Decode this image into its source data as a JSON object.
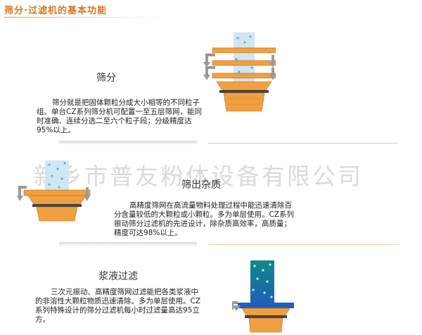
{
  "page": {
    "title": "筛分·过滤机的基本功能",
    "watermark": "新乡市普友粉体设备有限公司"
  },
  "sections": [
    {
      "heading": "筛分",
      "lines": [
        "筛分就是把固体颗粒分成大小相等的不同粒子",
        "组。单台CZ系列筛分机可配置一至五层筛网，能同",
        "时准确、连续分选二至六个粒子段；分级精度达",
        "95%以上。"
      ]
    },
    {
      "heading": "筛出杂质",
      "lines": [
        "高精度筛网在高流量物料处理过程中能迅速清除百",
        "分含量较低的大颗粒或小颗粒。多为单层使用。CZ系列",
        "振动筛分过滤机的先进设计，除杂质高效率，高质量；",
        "精度可达98%以上。"
      ]
    },
    {
      "heading": "浆液过滤",
      "lines": [
        "三次元振动、高精度筛网过滤能把各类浆液中",
        "的非溶性大颗粒物质迅速清除。多为单层使用。CZ",
        "系列特殊设计的筛分过滤机每小时过滤量高达95立",
        "方。"
      ]
    }
  ],
  "colors": {
    "title": "#d6761c",
    "machine_orange": "#f0a040",
    "arrow_gray": "#9a9a9a",
    "particle_blue": "#9fcbe0",
    "slurry_blue": "#1f5fb8"
  },
  "icons": [
    "sieve-machine-illustration",
    "impurity-screen-illustration",
    "slurry-filter-illustration"
  ]
}
